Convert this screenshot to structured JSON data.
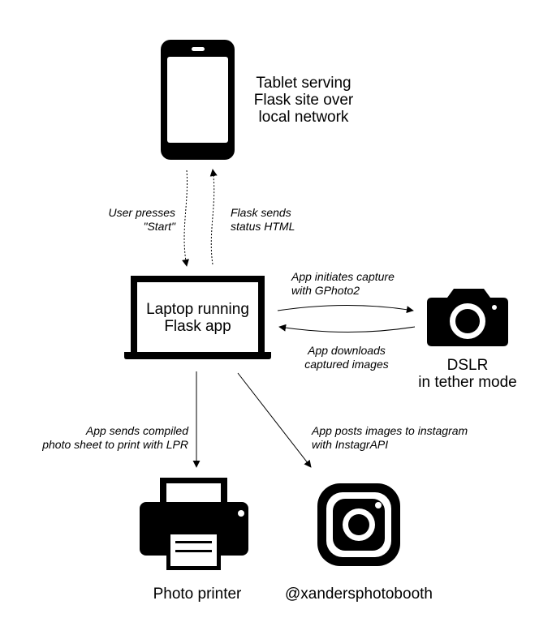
{
  "nodes": {
    "tablet": {
      "label": "Tablet serving\nFlask site over\nlocal network",
      "icon": "tablet-icon"
    },
    "laptop": {
      "label": "Laptop running\nFlask app",
      "icon": "laptop-icon"
    },
    "dslr": {
      "label": "DSLR\nin tether mode",
      "icon": "camera-icon"
    },
    "printer": {
      "label": "Photo printer",
      "icon": "printer-icon"
    },
    "instagram": {
      "label": "@xandersphotobooth",
      "icon": "instagram-icon"
    }
  },
  "edges": {
    "user_start": "User presses\n\"Start\"",
    "flask_status": "Flask sends\nstatus HTML",
    "capture": "App initiates capture\nwith GPhoto2",
    "download": "App downloads\ncaptured images",
    "print": "App sends compiled\nphoto sheet to print with LPR",
    "instagram": "App posts images to instagram\nwith InstagrAPI"
  },
  "colors": {
    "ink": "#000000",
    "background": "#ffffff"
  }
}
